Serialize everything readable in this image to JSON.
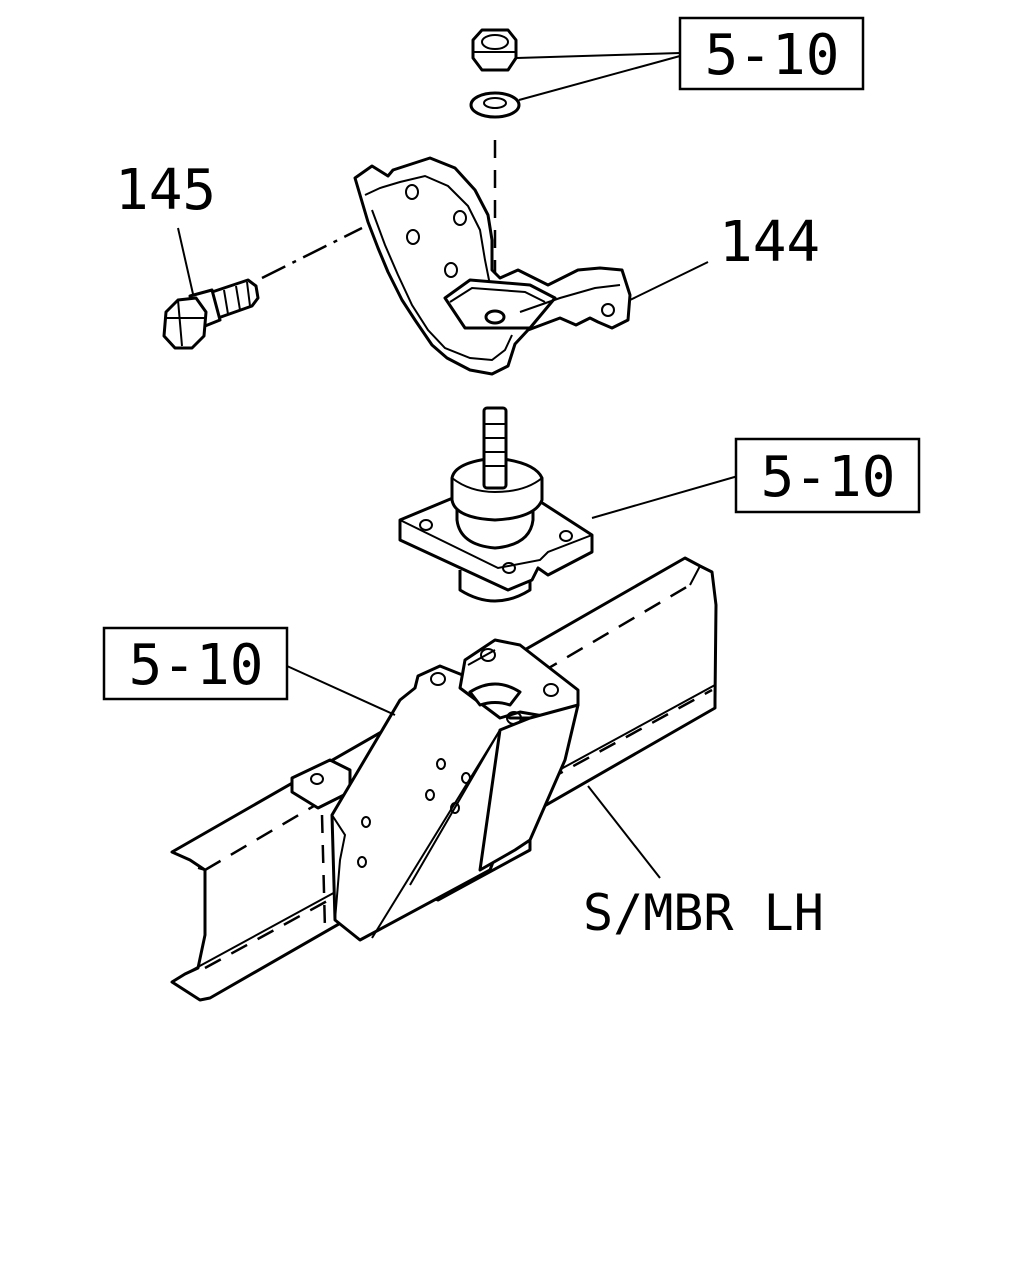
{
  "callouts": {
    "ref_top": "5-10",
    "ref_middle": "5-10",
    "ref_left": "5-10",
    "part_bolt": "145",
    "part_bracket": "144",
    "member_label": "S/MBR LH"
  }
}
